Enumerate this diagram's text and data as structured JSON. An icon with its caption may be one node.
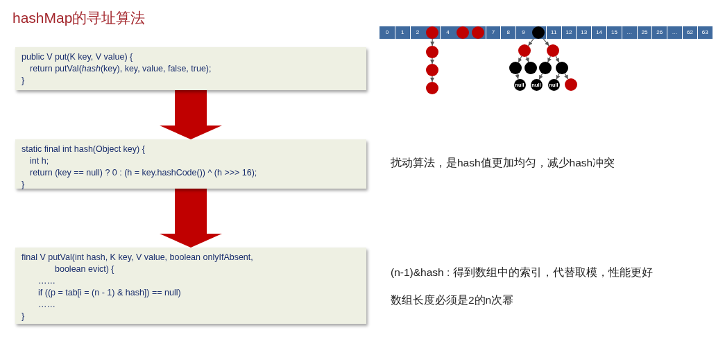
{
  "diagram": {
    "title": "hashMap的寻址算法",
    "nodes": [
      {
        "text": [
          "public V put(K key, V value) {",
          "return putVal(*hash*(key), key, value, false, true);",
          "}"
        ]
      },
      {
        "text": [
          "static final int hash(Object key) {",
          "int h;",
          "return (key == null) ? 0 : (h = key.hashCode()) ^ (h >>> 16);",
          "}"
        ]
      },
      {
        "text": [
          "final V putVal(int hash, K key, V value, boolean onlyIfAbsent,",
          "boolean evict) {",
          "……",
          "if ((p = tab[i = (n - 1) & hash]) == null)",
          "……",
          "}"
        ]
      },
      {
        "text": [
          "0"
        ]
      },
      {
        "text": [
          "1"
        ]
      },
      {
        "text": [
          "2"
        ]
      },
      {
        "text": [],
        "shape": "circle"
      },
      {
        "text": [
          "4"
        ]
      },
      {
        "text": [],
        "shape": "circle"
      },
      {
        "text": [],
        "shape": "circle"
      },
      {
        "text": [
          "7"
        ]
      },
      {
        "text": [
          "8"
        ]
      },
      {
        "text": [
          "9"
        ]
      },
      {
        "text": [],
        "shape": "circle"
      },
      {
        "text": [
          "11"
        ]
      },
      {
        "text": [
          "12"
        ]
      },
      {
        "text": [
          "13"
        ]
      },
      {
        "text": [
          "14"
        ]
      },
      {
        "text": [
          "15"
        ]
      },
      {
        "text": [
          "…"
        ]
      },
      {
        "text": [
          "25"
        ]
      },
      {
        "text": [
          "26"
        ]
      },
      {
        "text": [
          "…"
        ]
      },
      {
        "text": [
          "62"
        ]
      },
      {
        "text": [
          "63"
        ]
      },
      {
        "text": [],
        "shape": "circle"
      },
      {
        "text": [],
        "shape": "circle"
      },
      {
        "text": [],
        "shape": "circle"
      },
      {
        "text": [],
        "shape": "circle"
      },
      {
        "text": [],
        "shape": "circle"
      },
      {
        "text": [],
        "shape": "circle"
      },
      {
        "text": [],
        "shape": "circle"
      },
      {
        "text": [],
        "shape": "circle"
      },
      {
        "text": [],
        "shape": "circle"
      },
      {
        "text": [
          "null"
        ]
      },
      {
        "text": [
          "null"
        ]
      },
      {
        "text": [
          "null"
        ]
      },
      {
        "text": [],
        "shape": "circle"
      }
    ],
    "edges": [
      {
        "from": 0,
        "to": 1,
        "arrow": "to",
        "style": "thick",
        "color": "#c00000"
      },
      {
        "from": 1,
        "to": 2,
        "arrow": "to",
        "style": "thick",
        "color": "#c00000"
      },
      {
        "from": 6,
        "to": 25,
        "arrow": "to"
      },
      {
        "from": 25,
        "to": 26,
        "arrow": "to"
      },
      {
        "from": 26,
        "to": 27,
        "arrow": "to"
      },
      {
        "from": 13,
        "to": 28,
        "arrow": "to"
      },
      {
        "from": 13,
        "to": 29,
        "arrow": "to"
      },
      {
        "from": 28,
        "to": 30,
        "arrow": "to"
      },
      {
        "from": 28,
        "to": 31,
        "arrow": "to"
      },
      {
        "from": 29,
        "to": 32,
        "arrow": "to"
      },
      {
        "from": 29,
        "to": 33,
        "arrow": "to"
      },
      {
        "from": 30,
        "to": 34,
        "arrow": "to"
      },
      {
        "from": 32,
        "to": 35,
        "arrow": "to"
      },
      {
        "from": 33,
        "to": 36,
        "arrow": "to"
      },
      {
        "from": 33,
        "to": 37,
        "arrow": "to"
      }
    ],
    "labels": [
      "扰动算法，是hash值更加均匀，减少hash冲突",
      "(n-1)&hash : 得到数组中的索引，代替取模，性能更好",
      "数组长度必须是2的n次幂"
    ]
  }
}
